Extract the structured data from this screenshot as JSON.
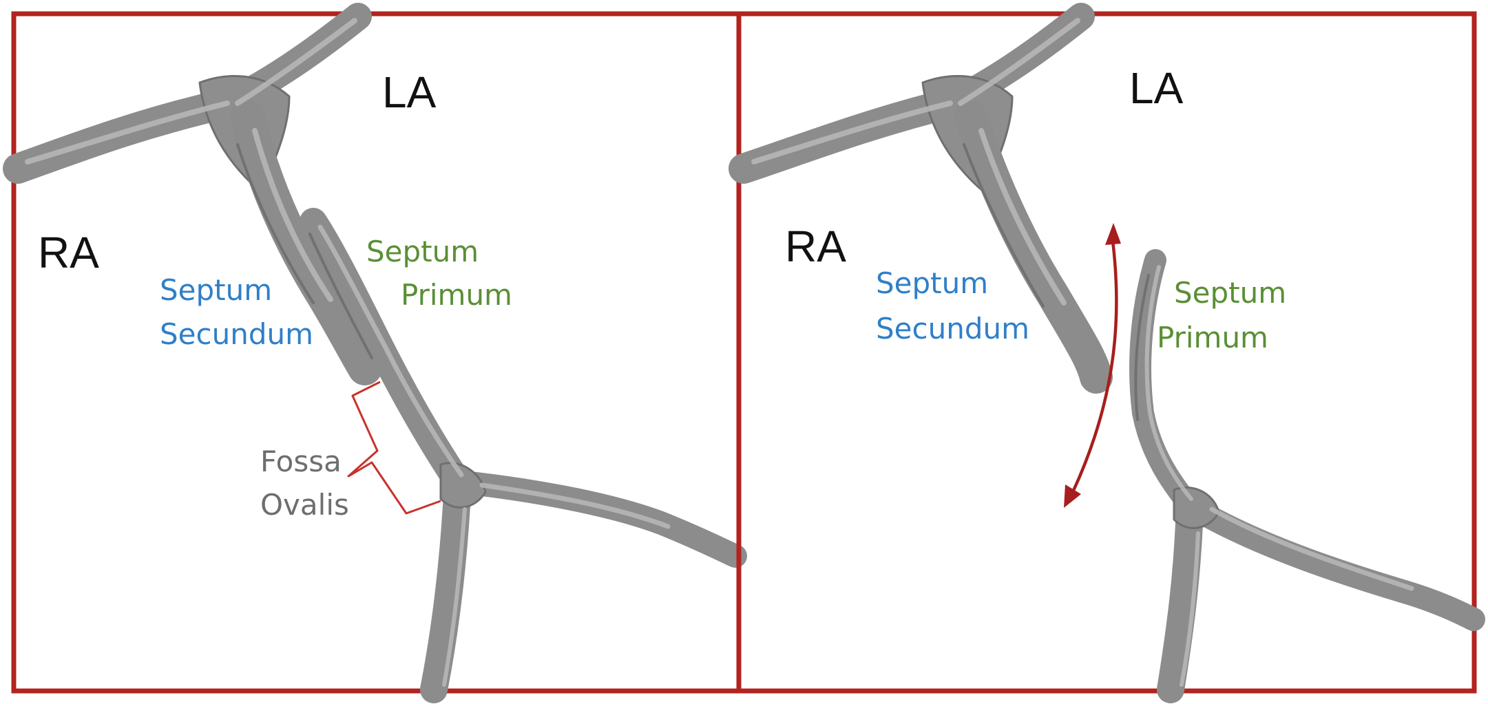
{
  "panels": [
    {
      "labels": {
        "la": "LA",
        "ra": "RA",
        "septum_secundum": [
          "Septum",
          "Secundum"
        ],
        "septum_primum": [
          "Septum",
          "Primum"
        ],
        "fossa_ovalis": [
          "Fossa",
          "Ovalis"
        ]
      }
    },
    {
      "labels": {
        "la": "LA",
        "ra": "RA",
        "septum_secundum": [
          "Septum",
          "Secundum"
        ],
        "septum_primum": [
          "Septum",
          "Primum"
        ]
      }
    }
  ],
  "colors": {
    "frame": "#b3231f",
    "tissue": "#8e8e8e",
    "secundum_label": "#2f7fc8",
    "primum_label": "#5a8f35",
    "fossa_label": "#6e6e6e",
    "bracket": "#c8322b",
    "arrow": "#a81e1e"
  }
}
